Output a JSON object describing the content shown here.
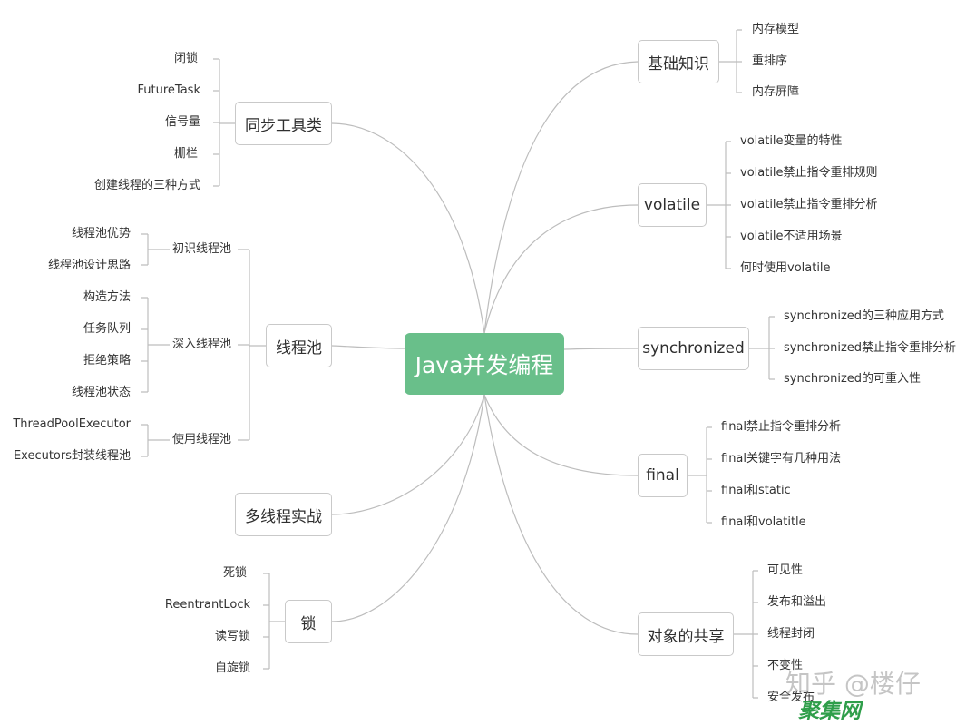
{
  "center": "Java并发编程",
  "right": [
    {
      "title": "基础知识",
      "items": [
        "内存模型",
        "重排序",
        "内存屏障"
      ]
    },
    {
      "title": "volatile",
      "items": [
        "volatile变量的特性",
        "volatile禁止指令重排规则",
        "volatile禁止指令重排分析",
        "volatile不适用场景",
        "何时使用volatile"
      ]
    },
    {
      "title": "synchronized",
      "items": [
        "synchronized的三种应用方式",
        "synchronized禁止指令重排分析",
        "synchronized的可重入性"
      ]
    },
    {
      "title": "final",
      "items": [
        "final禁止指令重排分析",
        "final关键字有几种用法",
        "final和static",
        "final和volatitle"
      ]
    },
    {
      "title": "对象的共享",
      "items": [
        "可见性",
        "发布和溢出",
        "线程封闭",
        "不变性",
        "安全发布"
      ]
    }
  ],
  "left": [
    {
      "title": "同步工具类",
      "items": [
        "闭锁",
        "FutureTask",
        "信号量",
        "栅栏",
        "创建线程的三种方式"
      ]
    },
    {
      "title": "线程池",
      "groups": [
        {
          "title": "初识线程池",
          "items": [
            "线程池优势",
            "线程池设计思路"
          ]
        },
        {
          "title": "深入线程池",
          "items": [
            "构造方法",
            "任务队列",
            "拒绝策略",
            "线程池状态"
          ]
        },
        {
          "title": "使用线程池",
          "items": [
            "ThreadPoolExecutor",
            "Executors封装线程池"
          ]
        }
      ]
    },
    {
      "title": "多线程实战",
      "items": []
    },
    {
      "title": "锁",
      "items": [
        "死锁",
        "ReentrantLock",
        "读写锁",
        "自旋锁"
      ]
    }
  ],
  "watermark": {
    "line1": "知乎 @楼仔",
    "line2": "聚集网"
  },
  "colors": {
    "center": "#69bf8a",
    "line": "#bdbdbd",
    "border": "#c9c9c9"
  }
}
